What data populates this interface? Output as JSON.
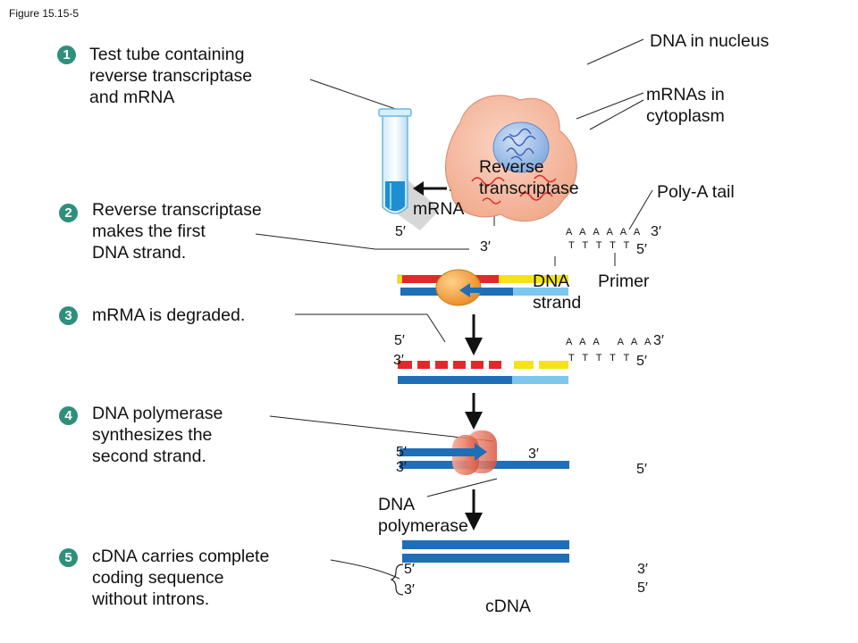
{
  "figure_label": "Figure 15.15-5",
  "steps": [
    {
      "number": "1",
      "text": "Test tube containing\nreverse transcriptase\nand mRNA"
    },
    {
      "number": "2",
      "text": "Reverse transcriptase\nmakes the first\nDNA strand."
    },
    {
      "number": "3",
      "text": "mRMA is degraded."
    },
    {
      "number": "4",
      "text": "DNA polymerase\nsynthesizes the\nsecond strand."
    },
    {
      "number": "5",
      "text": "cDNA carries complete\ncoding sequence\nwithout introns."
    }
  ],
  "labels": {
    "dna_in_nucleus": "DNA in nucleus",
    "mrnas_in_cytoplasm": "mRNAs in\ncytoplasm",
    "reverse_transcriptase": "Reverse\ntranscriptase",
    "mrna": "mRNA",
    "poly_a_tail": "Poly-A tail",
    "dna_strand": "DNA\nstrand",
    "primer": "Primer",
    "dna_polymerase": "DNA\npolymerase",
    "cdna": "cDNA"
  },
  "sequences": {
    "poly_a": "A A A A A A",
    "poly_t": "T T T T T",
    "poly_a_gap": "A A A   A A A",
    "poly_t_2": "T T T T T"
  },
  "ends": {
    "five": "5′",
    "three": "3′"
  },
  "colors": {
    "badge": "#2f8f7d",
    "mrna_red": "#e02a2a",
    "dna_blue": "#1e6fb8",
    "light_blue": "#7cc7ec",
    "poly_yellow": "#f7e21a",
    "enzyme_orange": "#f2a03a",
    "polymerase_pink": "#e8735f",
    "cell_fill": "#f4b49a",
    "nucleus_fill": "#a9c4ea"
  }
}
